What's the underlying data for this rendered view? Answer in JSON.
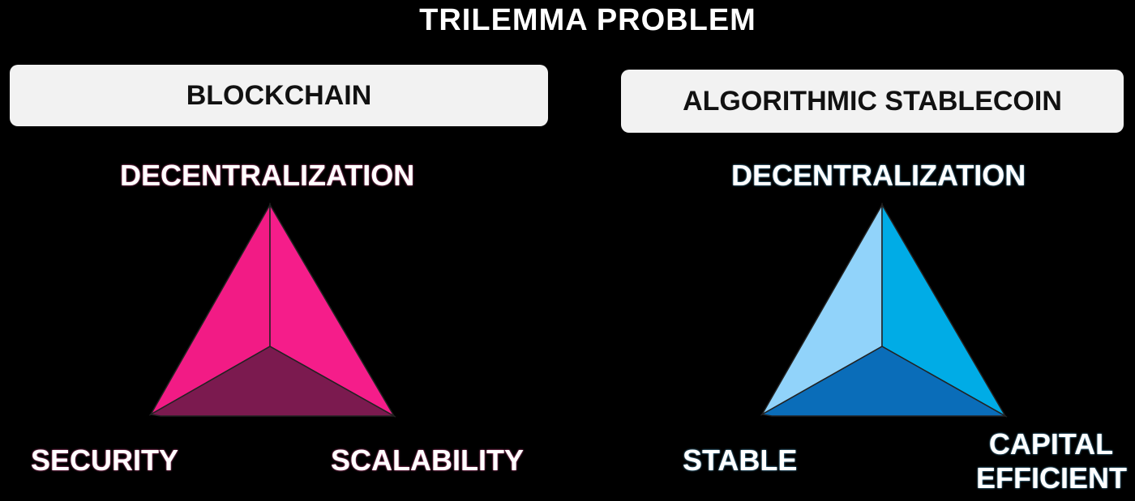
{
  "title": "TRILEMMA PROBLEM",
  "left": {
    "header": "BLOCKCHAIN",
    "top_label": "DECENTRALIZATION",
    "bottom_left_label": "SECURITY",
    "bottom_right_label": "SCALABILITY",
    "colors": {
      "left_face": "#f21b85",
      "right_face": "#f51d8a",
      "bottom_face": "#7b1a4f"
    }
  },
  "right": {
    "header": "ALGORITHMIC STABLECOIN",
    "top_label": "DECENTRALIZATION",
    "bottom_left_label": "STABLE",
    "bottom_right_label_line1": "CAPITAL",
    "bottom_right_label_line2": "EFFICIENT",
    "colors": {
      "left_face": "#91d3fa",
      "right_face": "#00ace6",
      "bottom_face": "#0a6db9"
    }
  }
}
